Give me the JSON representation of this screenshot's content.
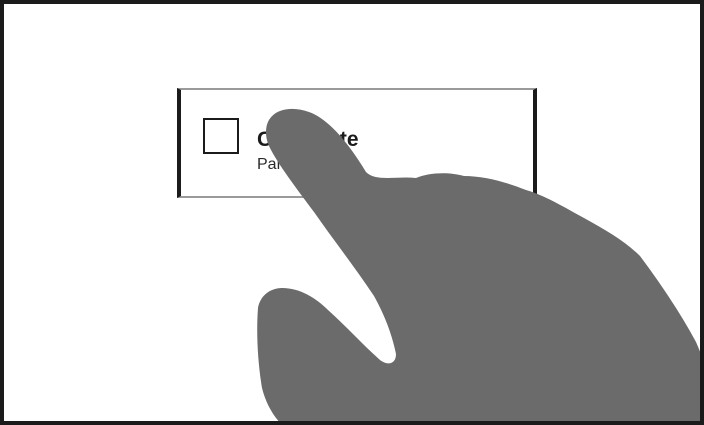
{
  "option": {
    "candidate": "Candidate",
    "party": "Party",
    "checked": false
  },
  "overlay": {
    "icon": "pointing-hand-icon",
    "gesture": "tap"
  },
  "colors": {
    "frame": "#1b1b1b",
    "hand": "#6b6b6b",
    "background": "#ffffff"
  }
}
